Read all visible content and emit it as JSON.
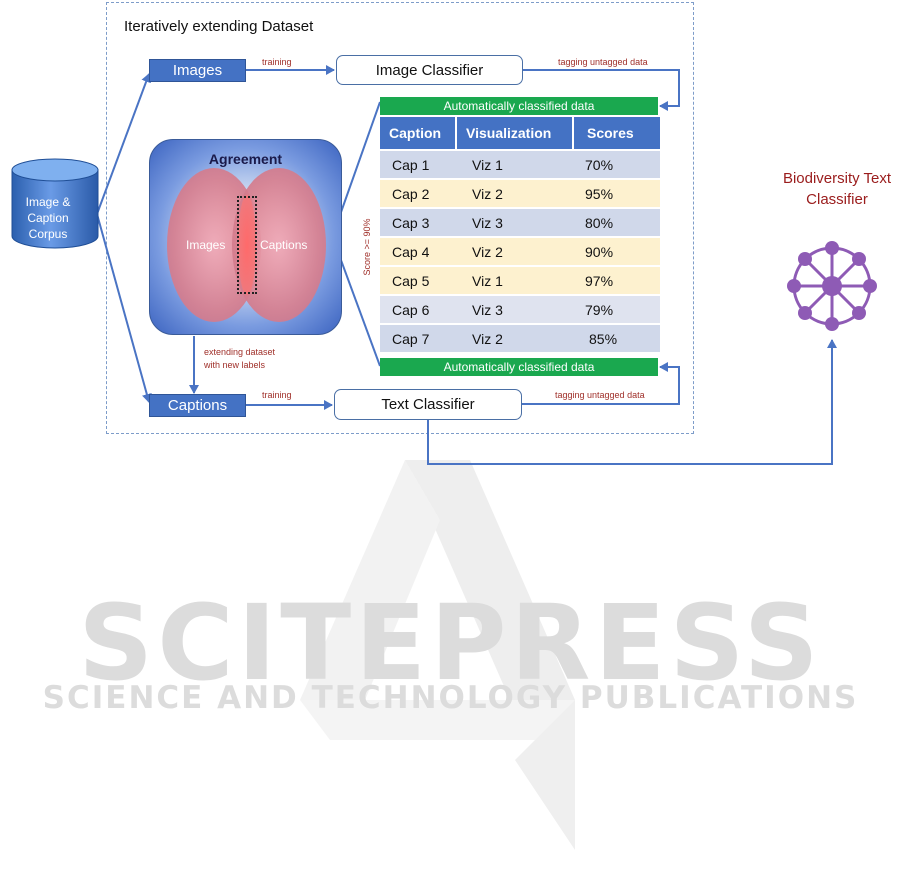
{
  "frame": {
    "title": "Iteratively extending Dataset"
  },
  "corpus": {
    "label": "Image & Caption Corpus",
    "line1": "Image &",
    "line2": "Caption",
    "line3": "Corpus"
  },
  "nodes": {
    "images": "Images",
    "captions": "Captions",
    "image_classifier": "Image Classifier",
    "text_classifier": "Text Classifier"
  },
  "edge_labels": {
    "training_top": "training",
    "training_bottom": "training",
    "tagging_top": "tagging untagged data",
    "tagging_bottom": "tagging untagged data",
    "extending_line1": "extending dataset",
    "extending_line2": "with new labels",
    "score": "Score >= 90%"
  },
  "agreement": {
    "title": "Agreement",
    "left": "Images",
    "right": "Captions"
  },
  "classified_bar": {
    "top": "Automatically classified data",
    "bottom": "Automatically classified data"
  },
  "table": {
    "headers": [
      "Caption",
      "Visualization",
      "Scores"
    ],
    "rows": [
      [
        "Cap 1",
        "Viz 1",
        "70%"
      ],
      [
        "Cap 2",
        "Viz 2",
        "95%"
      ],
      [
        "Cap 3",
        "Viz 3",
        "80%"
      ],
      [
        "Cap 4",
        "Viz 2",
        "90%"
      ],
      [
        "Cap 5",
        "Viz 1",
        "97%"
      ],
      [
        "Cap 6",
        "Viz 3",
        "79%"
      ],
      [
        "Cap 7",
        "Viz 2",
        "85%"
      ]
    ]
  },
  "biodiversity": {
    "line1": "Biodiversity Text",
    "line2": "Classifier"
  },
  "watermark": {
    "big": "SCITEPRESS",
    "small": "SCIENCE AND TECHNOLOGY PUBLICATIONS"
  },
  "colors": {
    "accent": "#4472c4",
    "green": "#1aa84f",
    "arrow": "#4a74c4",
    "label_red": "#a0302a",
    "node_purple": "#8e5bb5"
  }
}
